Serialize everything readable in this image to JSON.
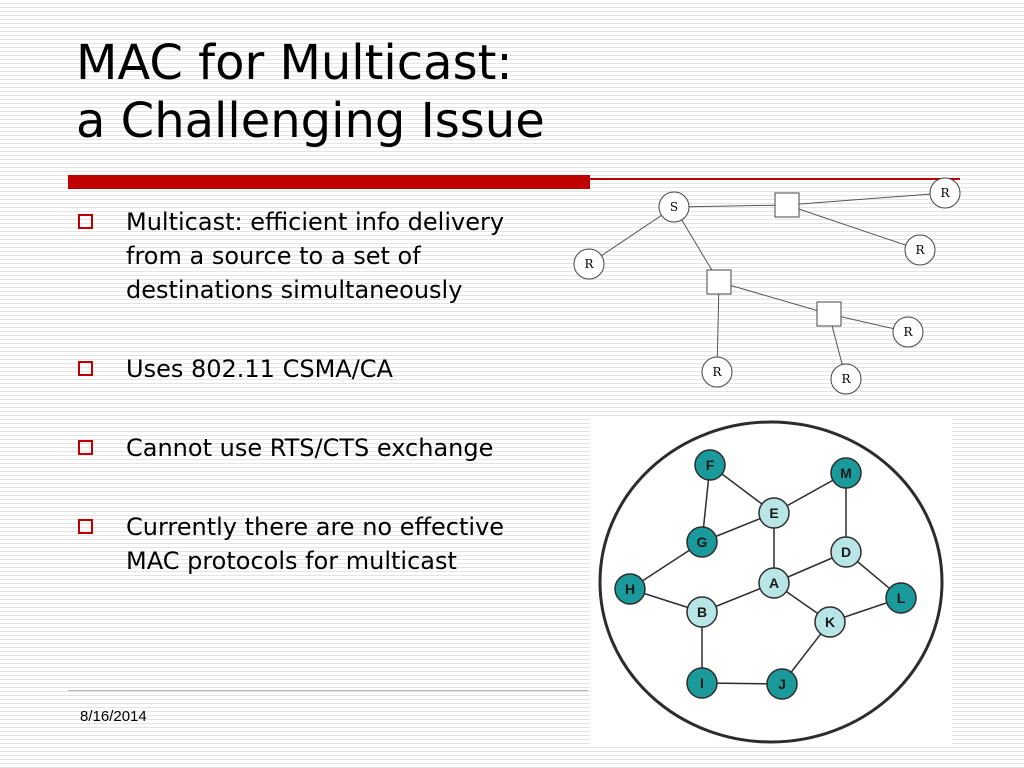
{
  "title": {
    "line1": "MAC for Multicast:",
    "line2": "a Challenging Issue"
  },
  "bullets": [
    "Multicast: efficient info delivery from a source to a set of destinations simultaneously",
    "Uses 802.11 CSMA/CA",
    "Cannot use RTS/CTS exchange",
    "Currently there are no effective MAC protocols for multicast"
  ],
  "footer": {
    "date": "8/16/2014"
  },
  "tree_diagram": {
    "nodes": [
      {
        "id": "S",
        "label": "S",
        "kind": "source"
      },
      {
        "id": "R1",
        "label": "R",
        "kind": "receiver"
      },
      {
        "id": "R2",
        "label": "R",
        "kind": "receiver"
      },
      {
        "id": "R3",
        "label": "R",
        "kind": "receiver"
      },
      {
        "id": "R4",
        "label": "R",
        "kind": "receiver"
      },
      {
        "id": "R5",
        "label": "R",
        "kind": "receiver"
      },
      {
        "id": "R6",
        "label": "R",
        "kind": "receiver"
      },
      {
        "id": "X1",
        "label": "",
        "kind": "relay"
      },
      {
        "id": "X2",
        "label": "",
        "kind": "relay"
      },
      {
        "id": "X3",
        "label": "",
        "kind": "relay"
      }
    ],
    "edges": [
      [
        "S",
        "X1"
      ],
      [
        "X1",
        "R1"
      ],
      [
        "X1",
        "R2"
      ],
      [
        "S",
        "R3"
      ],
      [
        "S",
        "X2"
      ],
      [
        "X2",
        "R5"
      ],
      [
        "X2",
        "X3"
      ],
      [
        "X3",
        "R4"
      ],
      [
        "X3",
        "R6"
      ]
    ]
  },
  "mesh_diagram": {
    "colors": {
      "dark": "#1a9a9a",
      "light": "#b8e6e6",
      "stroke": "#2c2c2c"
    },
    "nodes": [
      {
        "id": "F",
        "label": "F",
        "shade": "dark"
      },
      {
        "id": "M",
        "label": "M",
        "shade": "dark"
      },
      {
        "id": "E",
        "label": "E",
        "shade": "light"
      },
      {
        "id": "G",
        "label": "G",
        "shade": "dark"
      },
      {
        "id": "D",
        "label": "D",
        "shade": "light"
      },
      {
        "id": "A",
        "label": "A",
        "shade": "light"
      },
      {
        "id": "H",
        "label": "H",
        "shade": "dark"
      },
      {
        "id": "L",
        "label": "L",
        "shade": "dark"
      },
      {
        "id": "B",
        "label": "B",
        "shade": "light"
      },
      {
        "id": "K",
        "label": "K",
        "shade": "light"
      },
      {
        "id": "I",
        "label": "I",
        "shade": "dark"
      },
      {
        "id": "J",
        "label": "J",
        "shade": "dark"
      }
    ],
    "edges": [
      [
        "F",
        "E"
      ],
      [
        "F",
        "G"
      ],
      [
        "G",
        "E"
      ],
      [
        "E",
        "M"
      ],
      [
        "E",
        "A"
      ],
      [
        "M",
        "D"
      ],
      [
        "G",
        "H"
      ],
      [
        "H",
        "B"
      ],
      [
        "B",
        "A"
      ],
      [
        "A",
        "D"
      ],
      [
        "A",
        "K"
      ],
      [
        "D",
        "L"
      ],
      [
        "K",
        "L"
      ],
      [
        "B",
        "I"
      ],
      [
        "I",
        "J"
      ],
      [
        "J",
        "K"
      ]
    ]
  }
}
